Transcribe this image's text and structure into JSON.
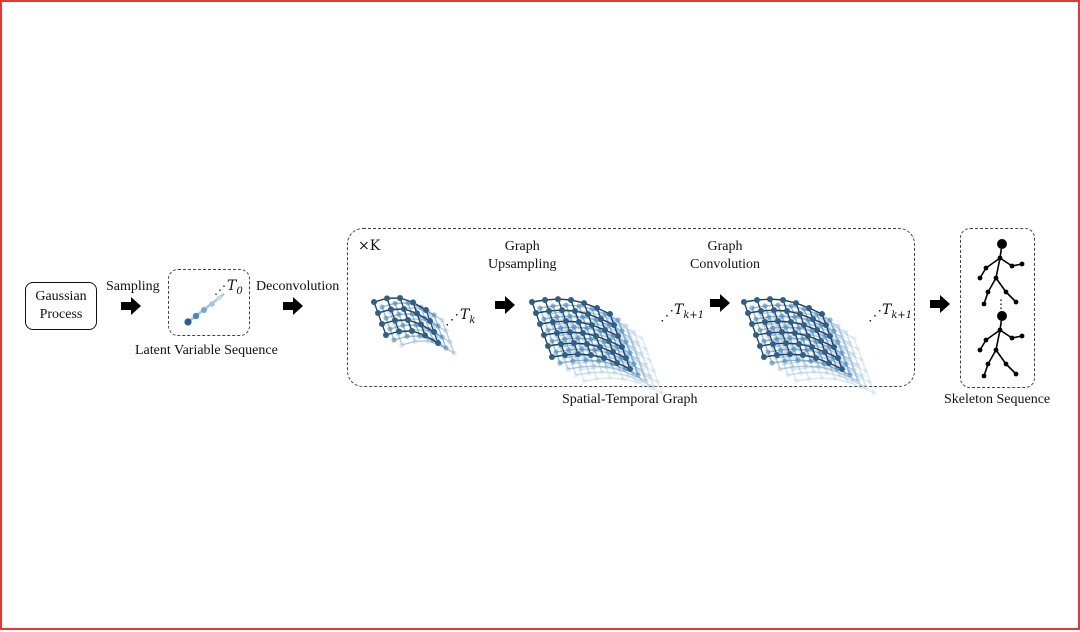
{
  "labels": {
    "gaussian_line1": "Gaussian",
    "gaussian_line2": "Process",
    "sampling": "Sampling",
    "latent_sequence": "Latent Variable Sequence",
    "deconvolution": "Deconvolution",
    "times_k": "×K",
    "graph_upsampling_line1": "Graph",
    "graph_upsampling_line2": "Upsampling",
    "graph_convolution_line1": "Graph",
    "graph_convolution_line2": "Convolution",
    "spatial_temporal_graph": "Spatial-Temporal Graph",
    "skeleton_sequence": "Skeleton Sequence"
  },
  "math": {
    "t0": {
      "base": "T",
      "sub": "0"
    },
    "tk": {
      "base": "T",
      "sub": "k"
    },
    "tk1": {
      "base": "T",
      "sub": "k+1"
    }
  },
  "colors": {
    "border": "#e53935",
    "node_dark": "#2c5f8a",
    "node_mid": "#4a86b8",
    "node_light": "#a9c6e0",
    "edge_dark": "#1e3f5f",
    "arrow": "#000000"
  }
}
